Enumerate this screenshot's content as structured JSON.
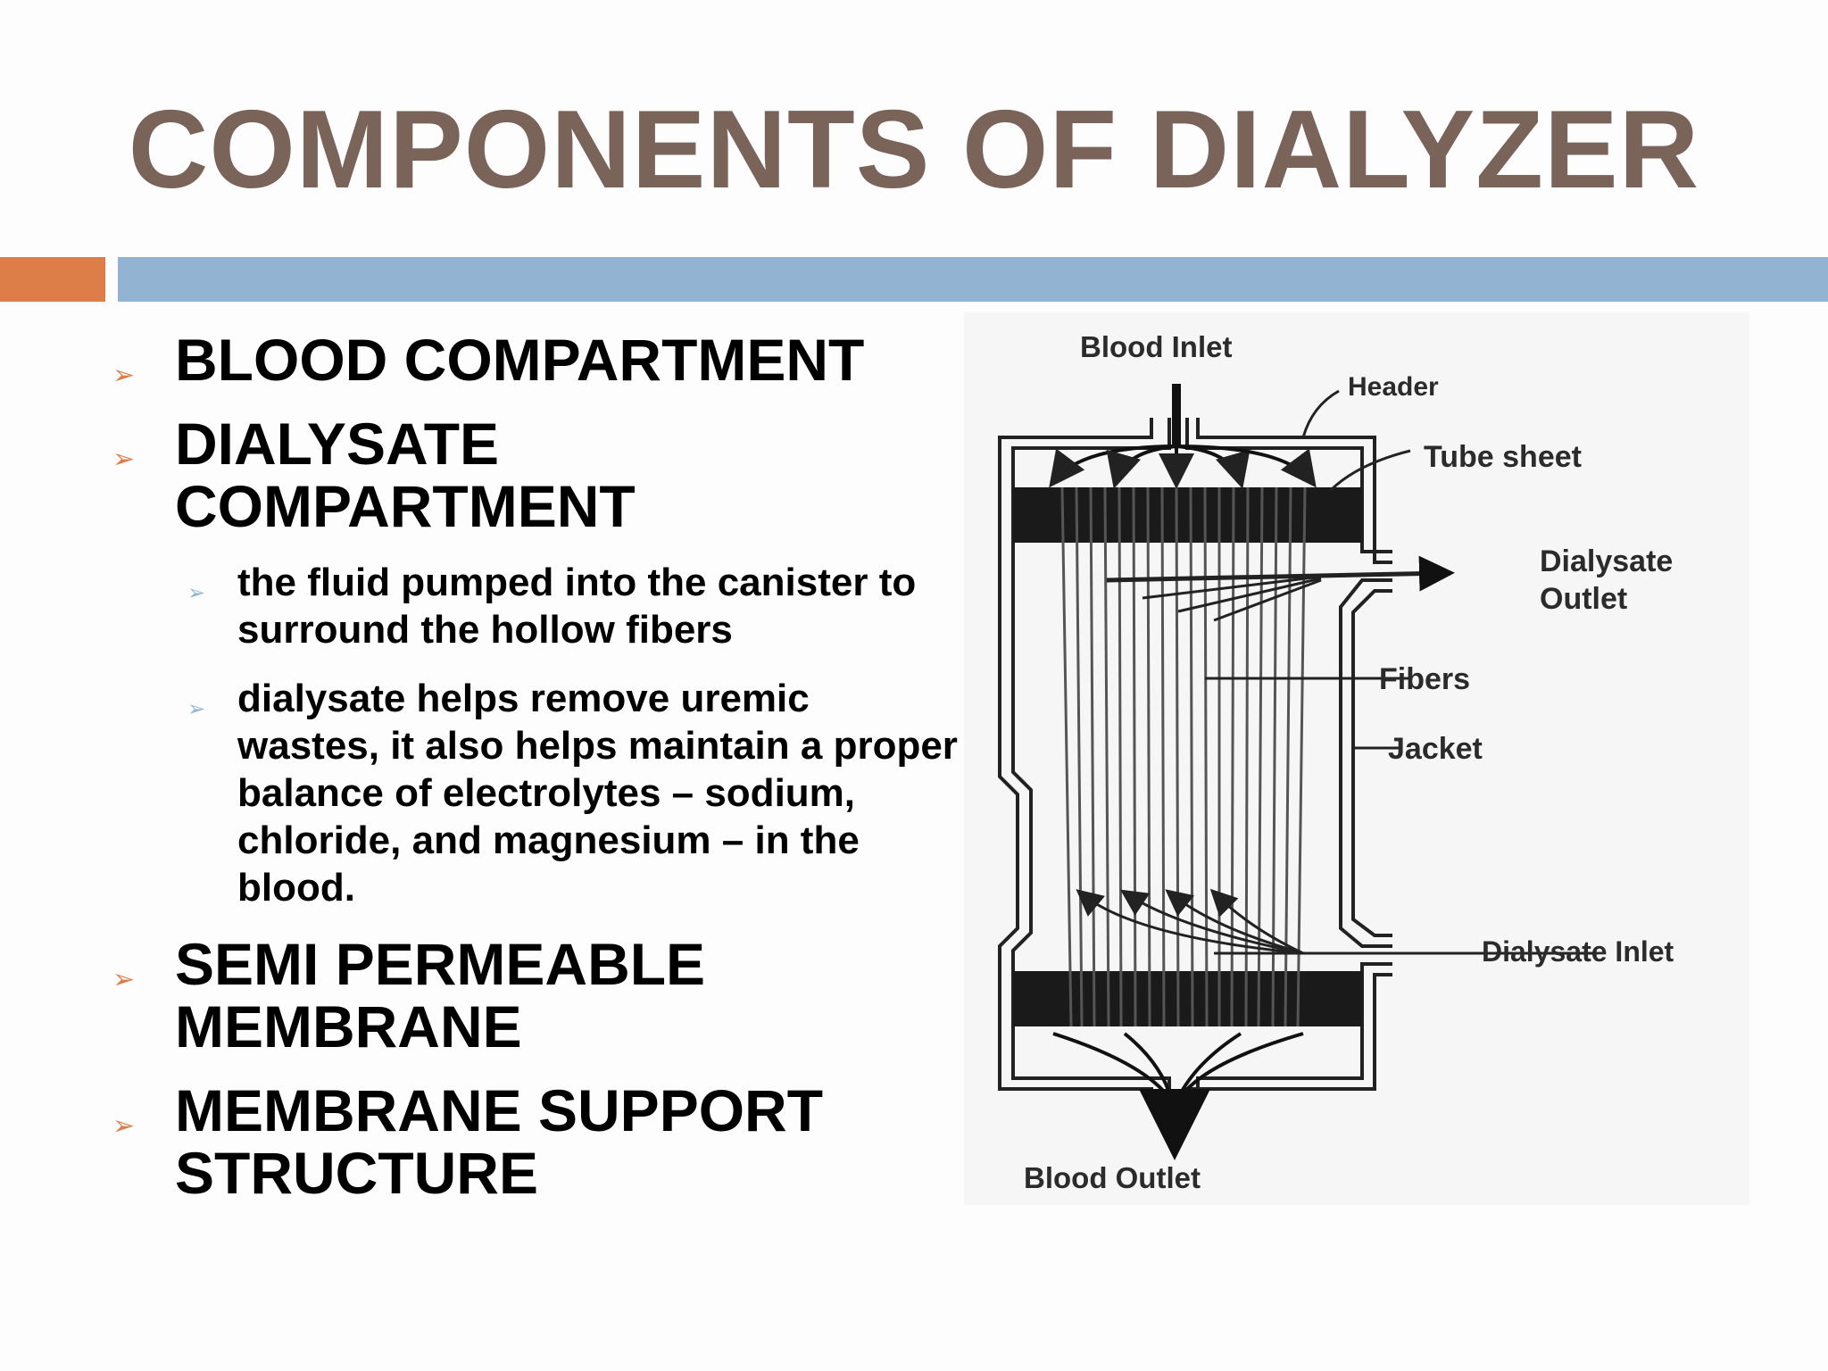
{
  "slide": {
    "title": "COMPONENTS OF DIALYZER",
    "colors": {
      "title": "#7a6359",
      "accent_orange": "#dd7e48",
      "accent_blue": "#93b3d2"
    }
  },
  "bullets": [
    {
      "text": "BLOOD COMPARTMENT"
    },
    {
      "text": "DIALYSATE COMPARTMENT"
    },
    {
      "text": "the fluid pumped into the canister to surround the hollow fibers"
    },
    {
      "text": "dialysate helps remove uremic wastes, it also helps maintain a proper balance of electrolytes – sodium, chloride, and magnesium – in the blood."
    },
    {
      "text": "SEMI PERMEABLE MEMBRANE"
    },
    {
      "text": "MEMBRANE SUPPORT STRUCTURE"
    }
  ],
  "diagram": {
    "labels": {
      "blood_inlet": "Blood Inlet",
      "header": "Header",
      "tube_sheet": "Tube sheet",
      "dialysate_outlet_1": "Dialysate",
      "dialysate_outlet_2": "Outlet",
      "fibers": "Fibers",
      "jacket": "Jacket",
      "dialysate_inlet": "Dialysate Inlet",
      "blood_outlet": "Blood Outlet"
    }
  }
}
